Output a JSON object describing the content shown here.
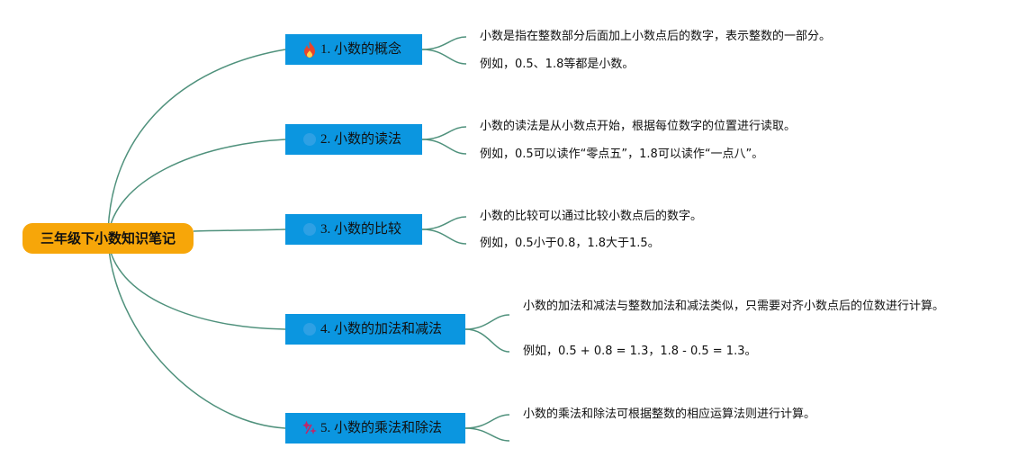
{
  "root": {
    "label": "三年级下小数知识笔记"
  },
  "topics": [
    {
      "label": "1. 小数的概念",
      "icon": "fire-icon",
      "notes": [
        "小数是指在整数部分后面加上小数点后的数字，表示整数的一部分。",
        "例如，0.5、1.8等都是小数。"
      ]
    },
    {
      "label": "2. 小数的读法",
      "icon": "faint-icon",
      "notes": [
        "小数的读法是从小数点开始，根据每位数字的位置进行读取。",
        "例如，0.5可以读作“零点五”，1.8可以读作“一点八”。"
      ]
    },
    {
      "label": "3. 小数的比较",
      "icon": "faint-icon",
      "notes": [
        "小数的比较可以通过比较小数点后的数字。",
        "例如，0.5小于0.8，1.8大于1.5。"
      ]
    },
    {
      "label": "4. 小数的加法和减法",
      "icon": "faint-icon",
      "notes": [
        "小数的加法和减法与整数加法和减法类似，只需要对齐小数点后的位数进行计算。",
        "例如，0.5 + 0.8 = 1.3，1.8 - 0.5 = 1.3。"
      ]
    },
    {
      "label": "5. 小数的乘法和除法",
      "icon": "sparkle-icon",
      "notes": [
        "小数的乘法和除法可根据整数的相应运算法则进行计算。",
        ""
      ]
    }
  ],
  "colors": {
    "root": "#f7a609",
    "topic": "#0b96e0",
    "connector": "#4f917c",
    "fire": "#e8452c",
    "sparkle": "#c0266a"
  }
}
